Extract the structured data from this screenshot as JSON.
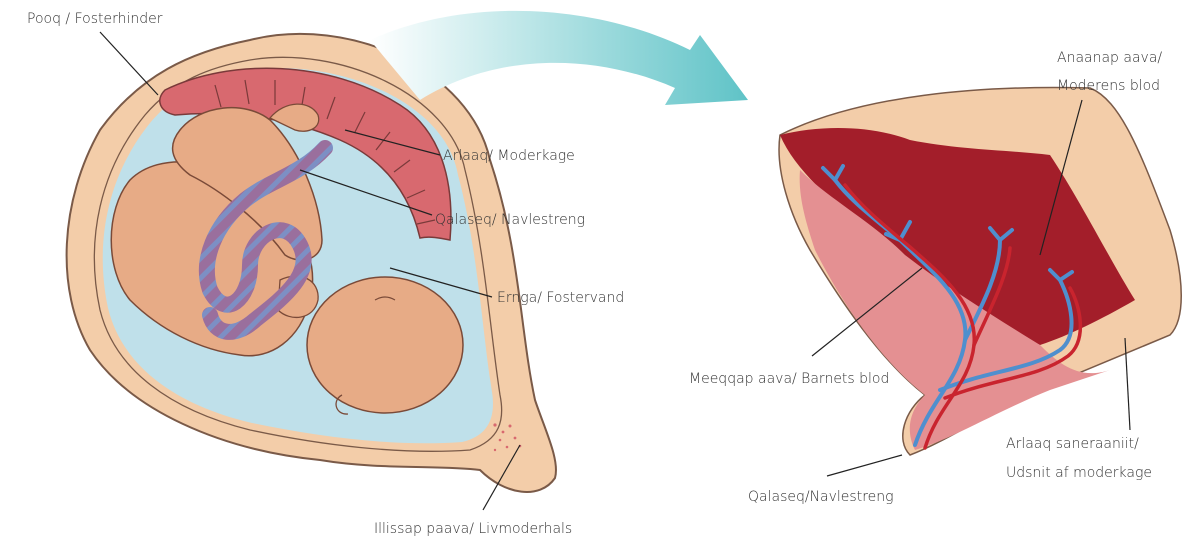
{
  "labels": {
    "pooq": "Pooq / Fosterhinder",
    "arlaaq": "Arlaaq/ Moderkage",
    "qalaseq": "Qalaseq/ Navlestreng",
    "ernga": "Ernga/ Fostervand",
    "illissap": "Illissap paava/ Livmoderhals",
    "anaanap_1": "Anaanap aava/",
    "anaanap_2": "Moderens blod",
    "meeqqap": "Meeqqap aava/ Barnets blod",
    "qalaseq_right": "Qalaseq/Navlestreng",
    "saneraaniit_1": "Arlaaq saneraaniit/",
    "saneraaniit_2": "Udsnit af moderkage"
  },
  "colors": {
    "uterus_skin": "#f3cda9",
    "amniotic_fluid": "#bfe0ea",
    "placenta": "#d8696f",
    "fetus_skin": "#e7ab86",
    "cord": "#9a6f9d",
    "mother_blood": "#a31e2a",
    "placenta_tissue": "#e49092",
    "vessel_blue": "#4f8fce",
    "vessel_red": "#c9242e",
    "arrow_teal": "#5fc3c7",
    "line": "#222222",
    "text": "#333333"
  }
}
